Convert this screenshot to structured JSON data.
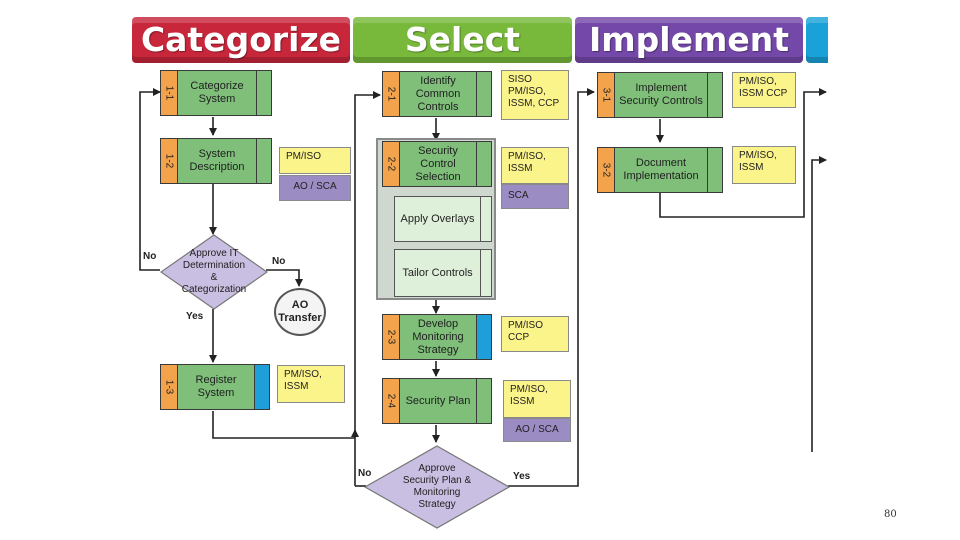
{
  "phases": [
    {
      "label": "Categorize",
      "color": "#c7263b"
    },
    {
      "label": "Select",
      "color": "#78b83a"
    },
    {
      "label": "Implement",
      "color": "#7448a8"
    },
    {
      "label": "",
      "color": "#1aa1d8"
    }
  ],
  "steps": {
    "s11": {
      "num": "1-1",
      "label": "Categorize System"
    },
    "s12": {
      "num": "1-2",
      "label": "System Description"
    },
    "s13": {
      "num": "1-3",
      "label": "Register System"
    },
    "s21": {
      "num": "2-1",
      "label": "Identify Common Controls"
    },
    "s22": {
      "num": "2-2",
      "label": "Security Control Selection"
    },
    "s23": {
      "num": "2-3",
      "label": "Develop Monitoring Strategy"
    },
    "s24": {
      "num": "2-4",
      "label": "Security Plan"
    },
    "s31": {
      "num": "3-1",
      "label": "Implement Security Controls"
    },
    "s32": {
      "num": "3-2",
      "label": "Document Implementation"
    }
  },
  "substeps": {
    "overlays": "Apply Overlays",
    "tailor": "Tailor Controls"
  },
  "roles": {
    "r12y": "PM/ISO",
    "r12p": "AO / SCA",
    "r13y": "PM/ISO, ISSM",
    "r21y": "SISO PM/ISO, ISSM, CCP",
    "r22y": "PM/ISO, ISSM",
    "r22p": "SCA",
    "r23y": "PM/ISO CCP",
    "r24y": "PM/ISO, ISSM",
    "r24p": "AO / SCA",
    "r31y": "PM/ISO, ISSM CCP",
    "r32y": "PM/ISO, ISSM"
  },
  "decisions": {
    "d1": "Approve IT Determination & Categorization",
    "d2": "Approve Security Plan & Monitoring Strategy"
  },
  "terminal": "AO Transfer",
  "labels": {
    "no": "No",
    "yes": "Yes"
  },
  "page_number": "80"
}
